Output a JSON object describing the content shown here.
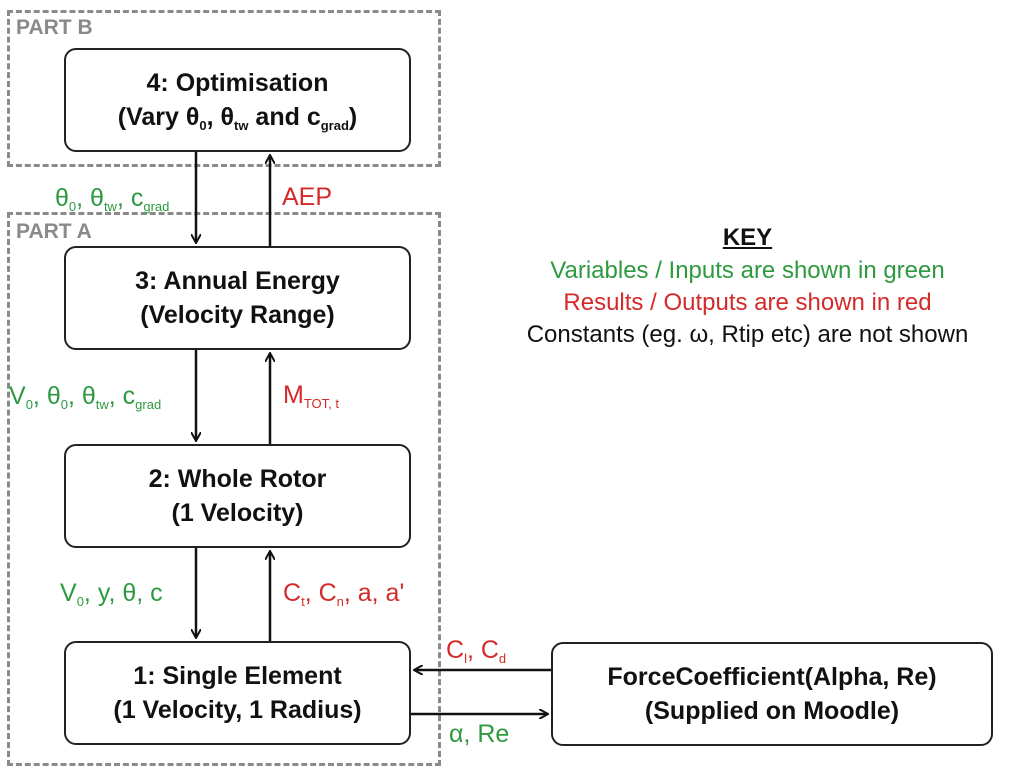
{
  "regions": {
    "part_b": "PART B",
    "part_a": "PART A"
  },
  "boxes": {
    "optimisation": {
      "title": "4: Optimisation",
      "subtitle_pre": "(Vary ",
      "subtitle_post": ")"
    },
    "annual_energy": {
      "title": "3: Annual Energy",
      "subtitle": "(Velocity Range)"
    },
    "whole_rotor": {
      "title": "2: Whole Rotor",
      "subtitle": "(1 Velocity)"
    },
    "single_element": {
      "title": "1: Single Element",
      "subtitle": "(1 Velocity, 1 Radius)"
    },
    "force_coefficient": {
      "title": "ForceCoefficient(Alpha, Re)",
      "subtitle": "(Supplied on Moodle)"
    }
  },
  "connectors": {
    "opt_to_energy_inputs": "θ0, θtw, cgrad",
    "energy_to_opt_output": "AEP",
    "energy_to_rotor_inputs": "V0, θ0, θtw, cgrad",
    "rotor_to_energy_output": "MTOT, t",
    "rotor_to_element_inputs": "V0, y, θ, c",
    "element_to_rotor_outputs": "Ct, Cn, a, a'",
    "force_to_element_outputs": "Cl, Cd",
    "element_to_force_inputs": "α, Re"
  },
  "key": {
    "title": "KEY",
    "green_line": "Variables / Inputs are shown in green",
    "red_line": "Results / Outputs are shown in red",
    "black_line": "Constants (eg. ω, Rtip etc) are not shown"
  },
  "colors": {
    "inputs": "#2e9a40",
    "outputs": "#d42a2a",
    "region_border": "#8a8a8a",
    "box_border": "#222222"
  }
}
